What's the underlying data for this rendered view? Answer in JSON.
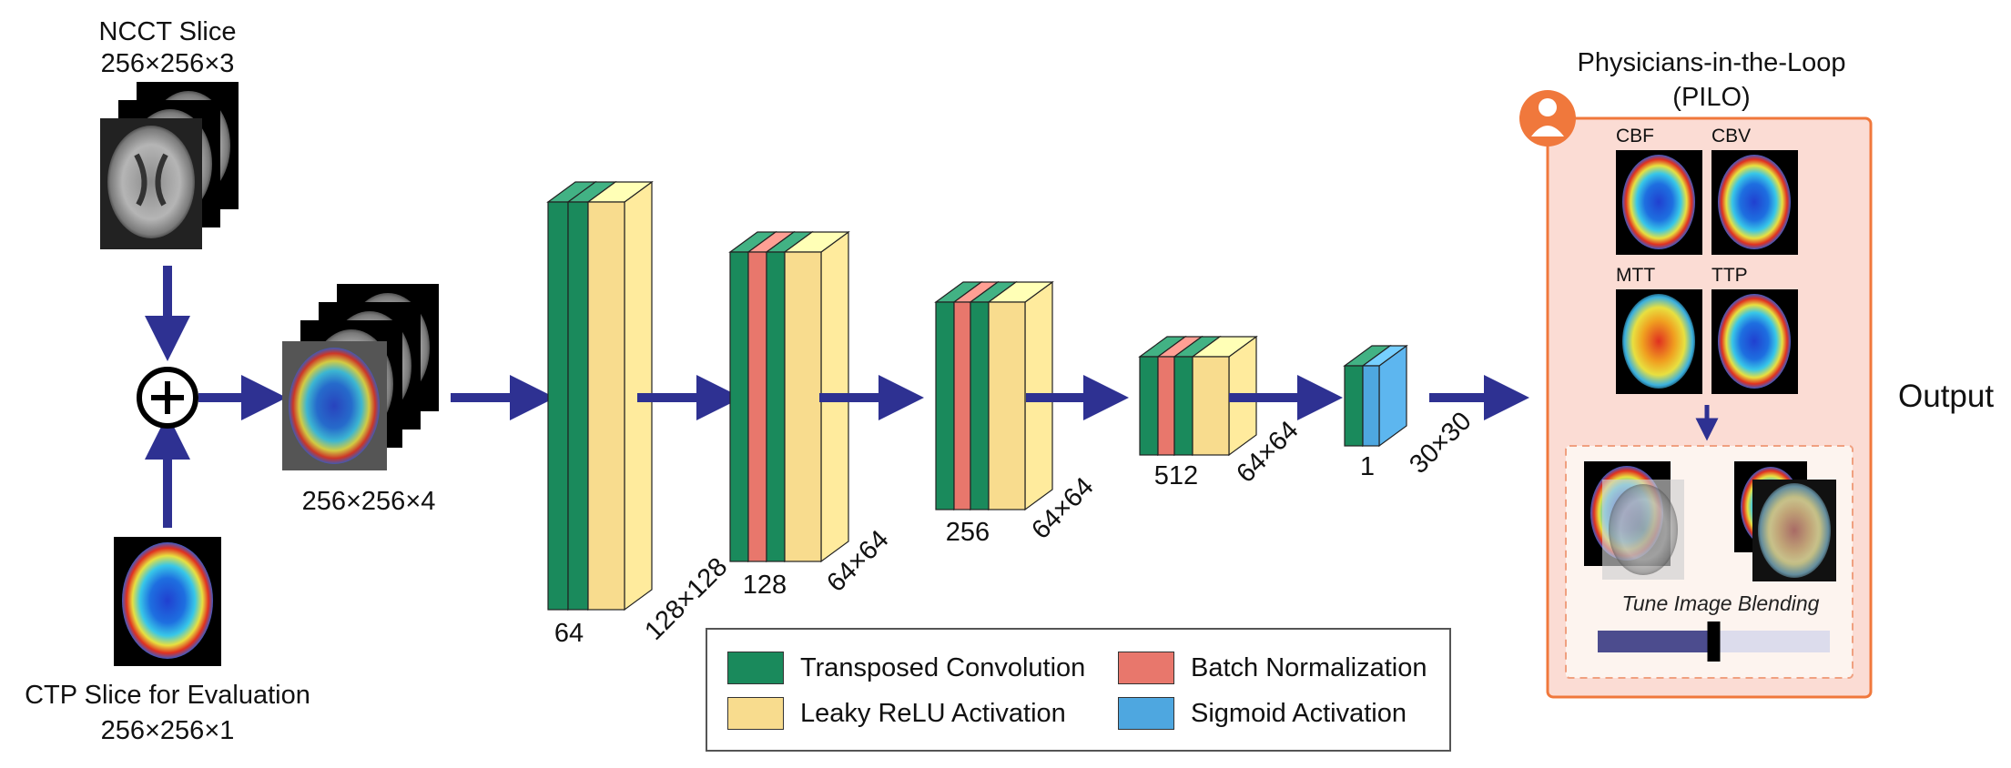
{
  "inputs": {
    "ncct_title": "NCCT Slice",
    "ncct_dims": "256×256×3",
    "ctp_title": "CTP Slice for Evaluation",
    "ctp_dims": "256×256×1",
    "concat_dims": "256×256×4"
  },
  "layers": [
    {
      "channels": "64",
      "size": "128×128"
    },
    {
      "channels": "128",
      "size": "64×64"
    },
    {
      "channels": "256",
      "size": "64×64"
    },
    {
      "channels": "512",
      "size": "64×64"
    },
    {
      "channels": "1",
      "size": "30×30"
    }
  ],
  "legend": {
    "transposed_conv": "Transposed Convolution",
    "batch_norm": "Batch Normalization",
    "leaky_relu": "Leaky ReLU Activation",
    "sigmoid": "Sigmoid Activation"
  },
  "pilo": {
    "title_line1": "Physicians-in-the-Loop",
    "title_line2": "(PILO)",
    "maps": [
      "CBF",
      "CBV",
      "MTT",
      "TTP"
    ],
    "tune_label": "Tune Image Blending",
    "blend_level": 0.5
  },
  "output_label": "Output",
  "colors": {
    "conv": "#1a8a5c",
    "conv_side": "#4fae84",
    "batchnorm": "#e8776c",
    "leaky": "#f8dc8e",
    "sigmoid": "#4ea7e0",
    "arrow": "#2e3192",
    "pilo_bg": "#fbdcd4",
    "pilo_border": "#f0783c",
    "slider_fill": "#4c4c8e",
    "slider_track": "#dcdcec"
  }
}
